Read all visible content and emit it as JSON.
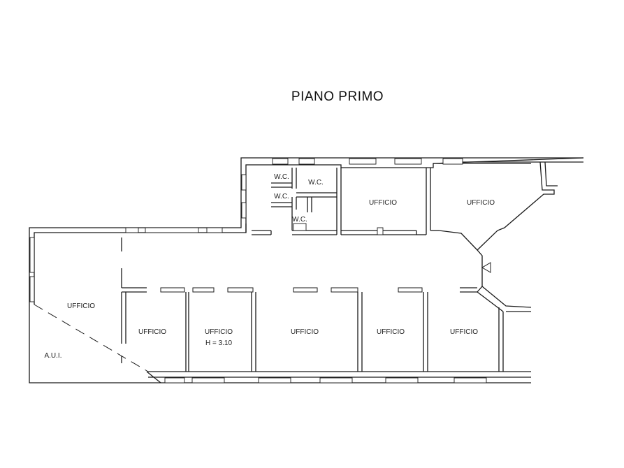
{
  "plan": {
    "title": "PIANO PRIMO",
    "rooms": {
      "wc_1": "W.C.",
      "wc_2": "W.C.",
      "wc_3": "W.C.",
      "wc_4": "W.C.",
      "office_top_1": "UFFICIO",
      "office_top_2": "UFFICIO",
      "office_left": "UFFICIO",
      "office_bottom_1": "UFFICIO",
      "office_bottom_2": "UFFICIO",
      "office_bottom_3": "UFFICIO",
      "office_bottom_4": "UFFICIO",
      "office_bottom_5": "UFFICIO"
    },
    "height_note": "H = 3.10",
    "aui_label": "A.U.I."
  }
}
